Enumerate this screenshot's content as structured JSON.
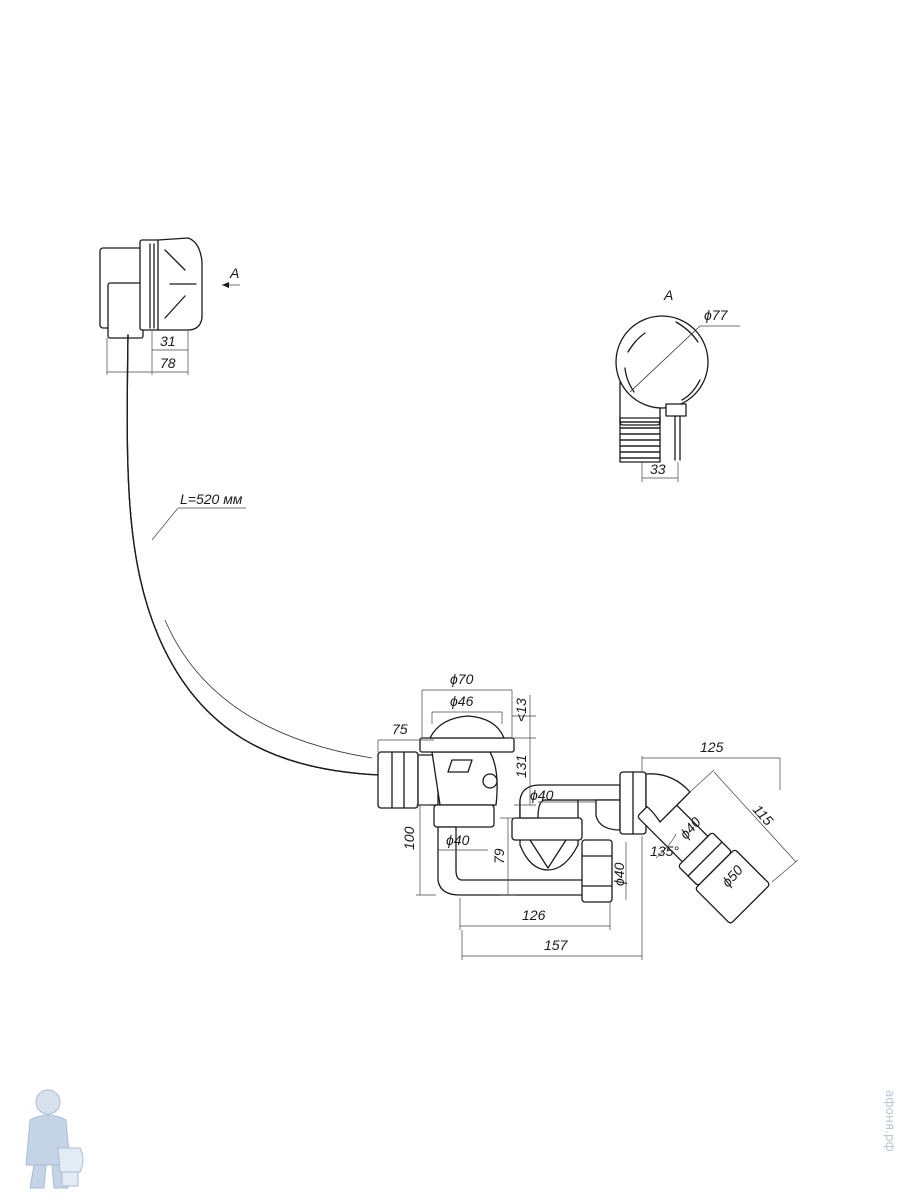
{
  "view_label": "A",
  "view_arrow_label": "A",
  "hose_length": "L=520 мм",
  "dimensions": {
    "d_31": "31",
    "d_78": "78",
    "d_77": "ϕ77",
    "d_33": "33",
    "d_70": "ϕ70",
    "d_46": "ϕ46",
    "d_13": "<13",
    "d_75": "75",
    "d_131": "131",
    "d_100": "100",
    "d_40a": "ϕ40",
    "d_79": "79",
    "d_40b": "ϕ40",
    "d_40c": "ϕ40",
    "d_40d": "ϕ40",
    "d_126": "126",
    "d_157": "157",
    "d_125": "125",
    "d_115": "115",
    "d_135": "135°",
    "d_50": "ϕ50"
  },
  "watermark": "афоня.рф",
  "colors": {
    "line": "#1a1a1a",
    "watermark": "#b9c7d8"
  }
}
